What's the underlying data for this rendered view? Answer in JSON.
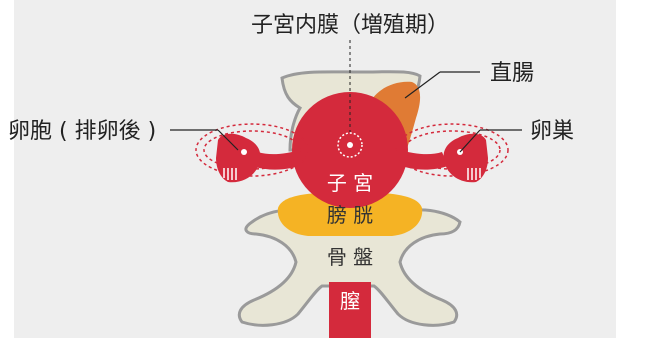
{
  "labels": {
    "endometrium": "子宮内膜（増殖期）",
    "rectum": "直腸",
    "ovary": "卵巣",
    "corpus_luteum": "卵胞 ( 排卵後 )",
    "uterus": "子 宮",
    "bladder": "膀 胱",
    "pelvis": "骨 盤",
    "vagina": "膣"
  },
  "colors": {
    "background": "#eeeeee",
    "uterus": "#d42a3c",
    "rectum": "#e07b34",
    "bladder": "#f5b324",
    "bone": "#e8e6d6",
    "bone_outline": "#9a9a9a",
    "dash": "#d42a3c"
  }
}
